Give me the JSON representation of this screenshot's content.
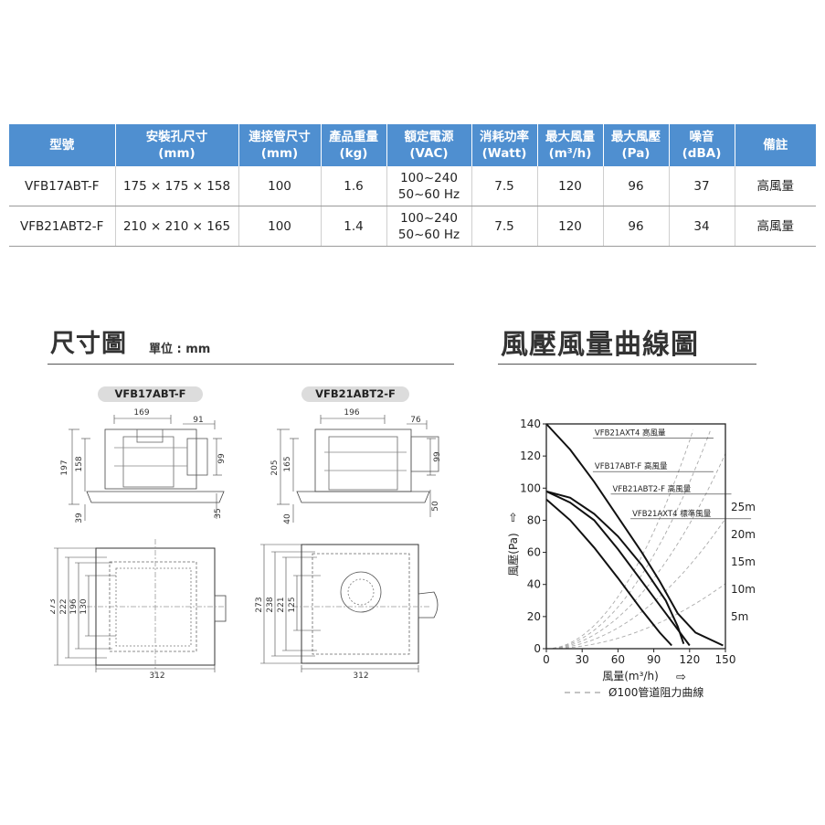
{
  "table": {
    "headers": [
      {
        "line1": "型號",
        "line2": ""
      },
      {
        "line1": "安裝孔尺寸",
        "line2": "(mm)"
      },
      {
        "line1": "連接管尺寸",
        "line2": "(mm)"
      },
      {
        "line1": "產品重量",
        "line2": "(kg)"
      },
      {
        "line1": "額定電源",
        "line2": "(VAC)"
      },
      {
        "line1": "消耗功率",
        "line2": "(Watt)"
      },
      {
        "line1": "最大風量",
        "line2": "(m³/h)"
      },
      {
        "line1": "最大風壓",
        "line2": "(Pa)"
      },
      {
        "line1": "噪音",
        "line2": "(dBA)"
      },
      {
        "line1": "備註",
        "line2": ""
      }
    ],
    "rows": [
      {
        "model": "VFB17ABT-F",
        "hole": "175 × 175 × 158",
        "pipe": "100",
        "weight": "1.6",
        "power_line1": "100~240",
        "power_line2": "50~60 Hz",
        "watt": "7.5",
        "airflow": "120",
        "pressure": "96",
        "noise": "37",
        "note": "高風量"
      },
      {
        "model": "VFB21ABT2-F",
        "hole": "210 × 210 × 165",
        "pipe": "100",
        "weight": "1.4",
        "power_line1": "100~240",
        "power_line2": "50~60 Hz",
        "watt": "7.5",
        "airflow": "120",
        "pressure": "96",
        "noise": "34",
        "note": "高風量"
      }
    ]
  },
  "dimension_section": {
    "title": "尺寸圖",
    "unit": "單位 : mm",
    "model_a": {
      "name": "VFB17ABT-F",
      "side_dims": [
        "169",
        "91",
        "197",
        "158",
        "99",
        "39",
        "35"
      ],
      "top_dims": [
        "273",
        "222",
        "196",
        "130",
        "312"
      ]
    },
    "model_b": {
      "name": "VFB21ABT2-F",
      "side_dims": [
        "196",
        "76",
        "205",
        "165",
        "99",
        "40",
        "50"
      ],
      "top_dims": [
        "273",
        "238",
        "221",
        "125",
        "312"
      ]
    }
  },
  "curve_section": {
    "title": "風壓風量曲線圖",
    "legend_text": "Ø100管道阻力曲線"
  },
  "chart_data": {
    "type": "line",
    "title": "",
    "xlabel": "風量(m³/h)",
    "ylabel": "風壓(Pa)",
    "xlim": [
      0,
      150
    ],
    "ylim": [
      0,
      140
    ],
    "xticks": [
      "0",
      "30",
      "60",
      "90",
      "120",
      "150"
    ],
    "yticks": [
      "0",
      "20",
      "40",
      "60",
      "80",
      "100",
      "120",
      "140"
    ],
    "grid": false,
    "series": [
      {
        "name": "VFB21AXT4 高風量",
        "style": "solid",
        "points": [
          [
            0,
            140
          ],
          [
            20,
            124
          ],
          [
            40,
            104
          ],
          [
            60,
            82
          ],
          [
            80,
            60
          ],
          [
            95,
            42
          ],
          [
            110,
            22
          ],
          [
            125,
            10
          ],
          [
            148,
            2
          ]
        ]
      },
      {
        "name": "VFB17ABT-F 高風量",
        "style": "solid",
        "points": [
          [
            0,
            98
          ],
          [
            20,
            94
          ],
          [
            40,
            84
          ],
          [
            60,
            70
          ],
          [
            80,
            52
          ],
          [
            100,
            30
          ],
          [
            110,
            14
          ],
          [
            115,
            3
          ]
        ]
      },
      {
        "name": "VFB21ABT2-F 高風量",
        "style": "solid",
        "points": [
          [
            0,
            98
          ],
          [
            20,
            91
          ],
          [
            40,
            80
          ],
          [
            60,
            62
          ],
          [
            80,
            42
          ],
          [
            100,
            22
          ],
          [
            112,
            10
          ],
          [
            120,
            2
          ]
        ]
      },
      {
        "name": "VFB21AXT4 標準風量",
        "style": "solid",
        "points": [
          [
            0,
            93
          ],
          [
            20,
            80
          ],
          [
            40,
            63
          ],
          [
            60,
            44
          ],
          [
            80,
            24
          ],
          [
            95,
            10
          ],
          [
            105,
            2
          ]
        ]
      }
    ],
    "resistance_curves": [
      {
        "label": "25m",
        "k": 0.009
      },
      {
        "label": "20m",
        "k": 0.0072
      },
      {
        "label": "15m",
        "k": 0.0054
      },
      {
        "label": "10m",
        "k": 0.0036
      },
      {
        "label": "5m",
        "k": 0.0018
      }
    ]
  }
}
